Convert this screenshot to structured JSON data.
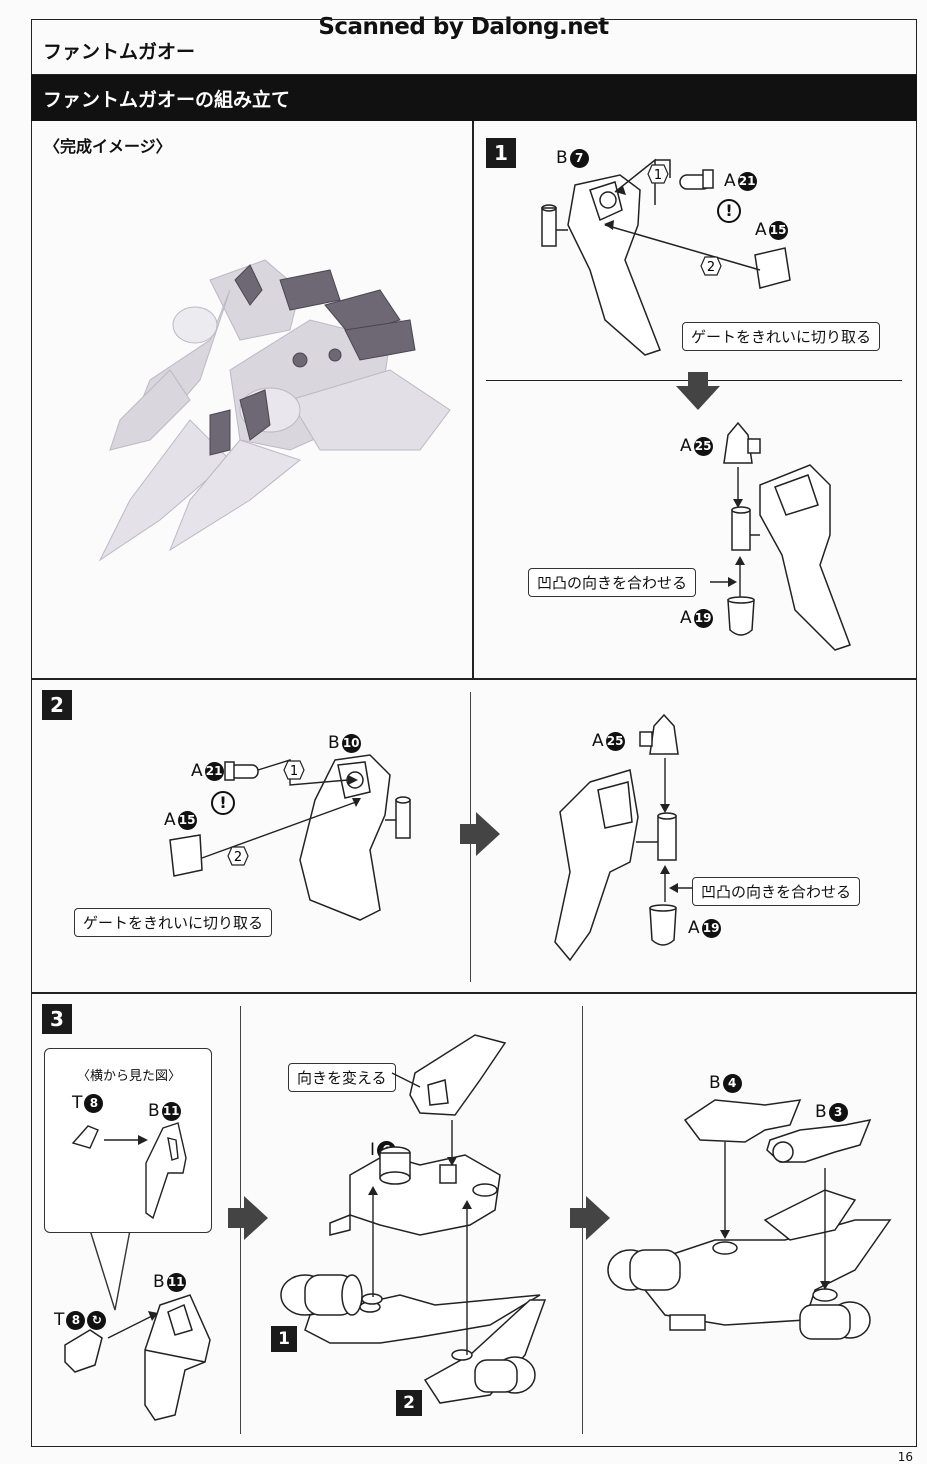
{
  "watermark": "Scanned by Dalong.net",
  "page": {
    "title": "ファントムガオー",
    "section": "ファントムガオーの組み立て",
    "number": "16"
  },
  "image_caption": "〈完成イメージ〉",
  "steps": {
    "s1": {
      "number": "1",
      "parts": {
        "b7": {
          "letter": "B",
          "num": "7"
        },
        "a21": {
          "letter": "A",
          "num": "21"
        },
        "a15": {
          "letter": "A",
          "num": "15"
        },
        "a25": {
          "letter": "A",
          "num": "25"
        },
        "a19": {
          "letter": "A",
          "num": "19"
        }
      },
      "order1": "1",
      "order2": "2",
      "warning": "!",
      "note_gate": "ゲートをきれいに切り取る",
      "note_align": "凹凸の向きを合わせる"
    },
    "s2": {
      "number": "2",
      "parts": {
        "b10": {
          "letter": "B",
          "num": "10"
        },
        "a21": {
          "letter": "A",
          "num": "21"
        },
        "a15": {
          "letter": "A",
          "num": "15"
        },
        "a25": {
          "letter": "A",
          "num": "25"
        },
        "a19": {
          "letter": "A",
          "num": "19"
        }
      },
      "order1": "1",
      "order2": "2",
      "warning": "!",
      "note_gate": "ゲートをきれいに切り取る",
      "note_align": "凹凸の向きを合わせる"
    },
    "s3": {
      "number": "3",
      "side_view_caption": "〈横から見た図〉",
      "parts": {
        "t8_side": {
          "letter": "T",
          "num": "8"
        },
        "b11_side": {
          "letter": "B",
          "num": "11"
        },
        "t8": {
          "letter": "T",
          "num": "8"
        },
        "b11": {
          "letter": "B",
          "num": "11"
        },
        "i6": {
          "letter": "I",
          "num": "6"
        },
        "b4": {
          "letter": "B",
          "num": "4"
        },
        "b3": {
          "letter": "B",
          "num": "3"
        }
      },
      "note_turn": "向きを変える",
      "sub1": "1",
      "sub2": "2"
    }
  },
  "colors": {
    "frame": "#222222",
    "bar": "#111111",
    "paper": "#fbfbfb"
  }
}
